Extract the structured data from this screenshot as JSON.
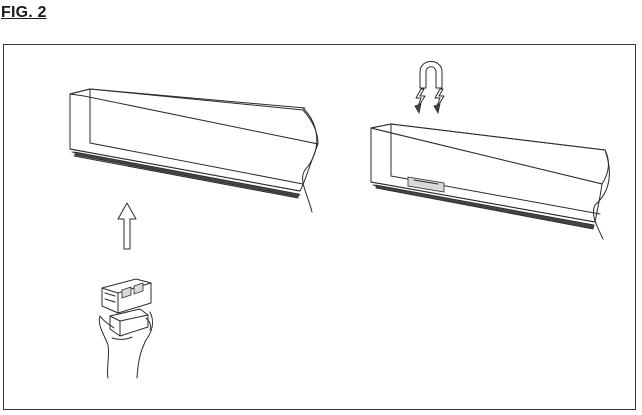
{
  "figure": {
    "label": "FIG. 2"
  },
  "panels": {
    "left": {
      "parts": [
        "profile-rail",
        "insert-arrow",
        "hand",
        "driver-module"
      ]
    },
    "right": {
      "parts": [
        "profile-rail-installed",
        "clip",
        "lightning-symbols"
      ]
    }
  },
  "icons": [
    "up-arrow-icon",
    "magnet-clip-icon",
    "lightning-icon"
  ],
  "colors": {
    "line": "#2b2b2b",
    "background": "#ffffff"
  }
}
